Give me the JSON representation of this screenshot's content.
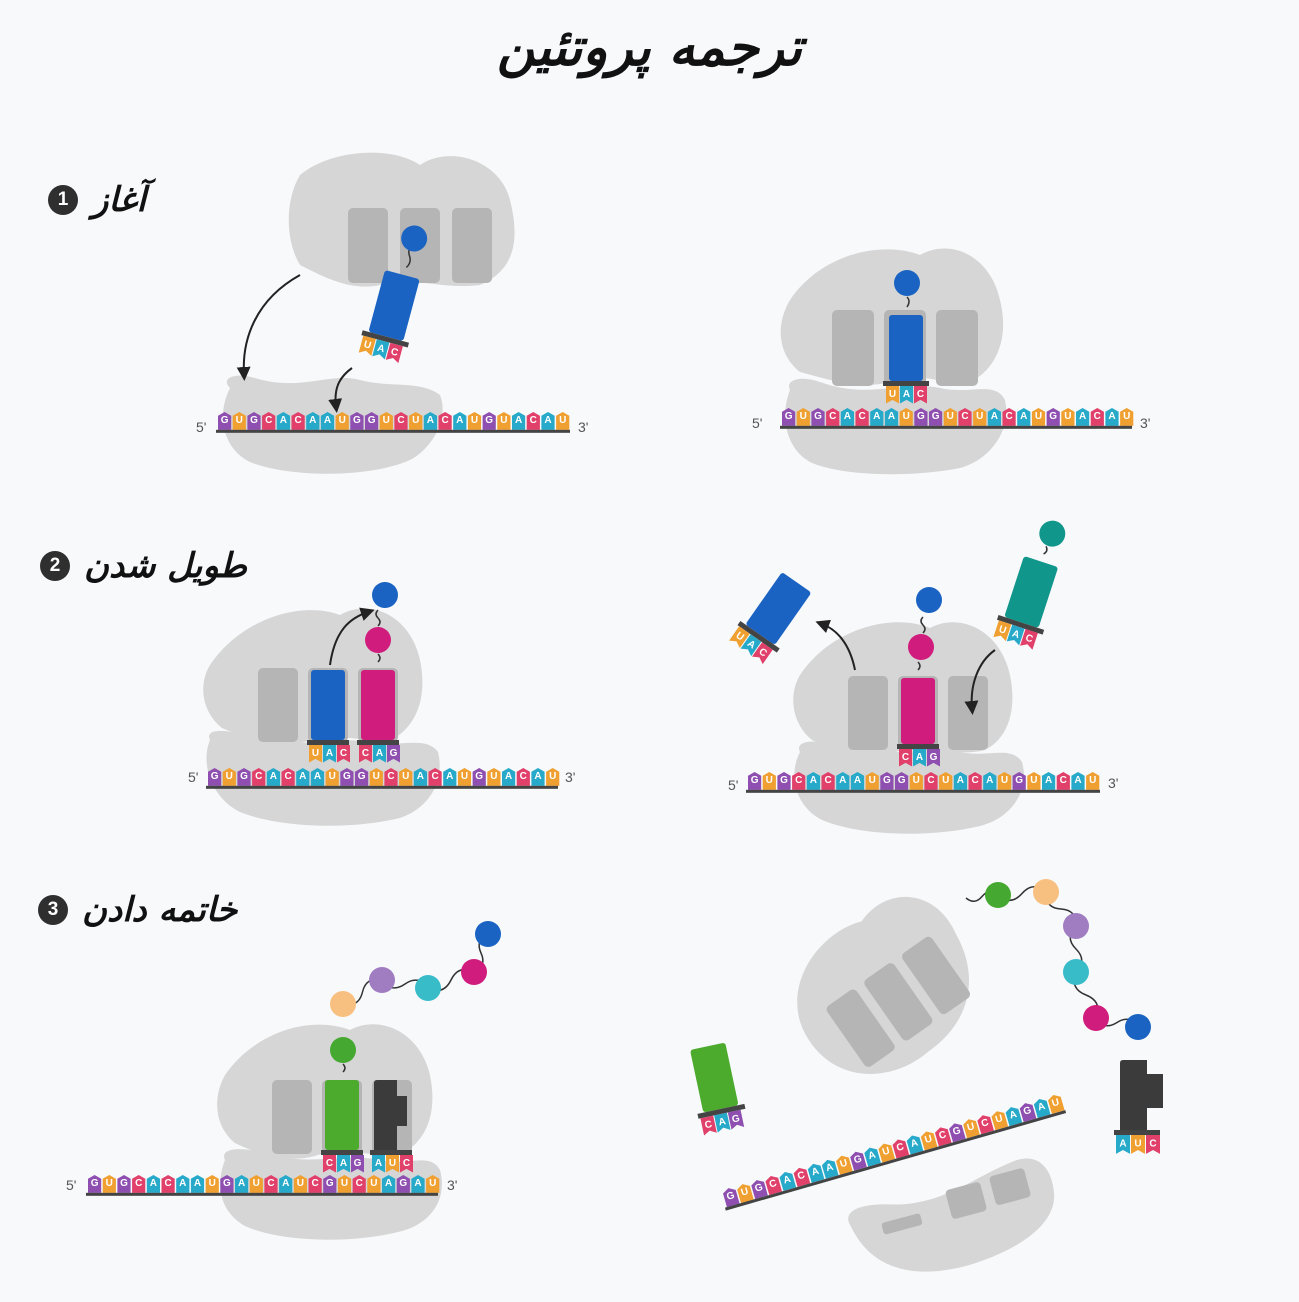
{
  "title": "ترجمه پروتئین",
  "stages": [
    {
      "number": "1",
      "label": "آغاز"
    },
    {
      "number": "2",
      "label": "طویل شدن"
    },
    {
      "number": "3",
      "label": "خاتمه دادن"
    }
  ],
  "strand_ends": {
    "five": "5'",
    "three": "3'"
  },
  "mrna_sequence": "GUGCACAAUGGUCUACAUGUACAU",
  "mrna_sequence_termination": "GUGCACAAUGAUCAUCGUCUAGAU",
  "anticodons": {
    "blue": "UAC",
    "magenta": "CAG",
    "green": "CAG",
    "stop": "AUC",
    "teal": "UAC"
  },
  "colors": {
    "ribosome": "#d6d6d6",
    "slot": "#b5b5b5",
    "mrna_line": "#444444",
    "A": "#27a9c9",
    "U": "#f0a030",
    "G": "#8e4fb0",
    "C": "#e0406a",
    "blue": "#1a63c2",
    "magenta": "#d01c7c",
    "teal": "#10968a",
    "green": "#4caa2c",
    "dark": "#3b3b3b",
    "peach": "#f8c080",
    "lavender": "#a07cc0",
    "cyan": "#38bcc8",
    "grass": "#45a830"
  }
}
